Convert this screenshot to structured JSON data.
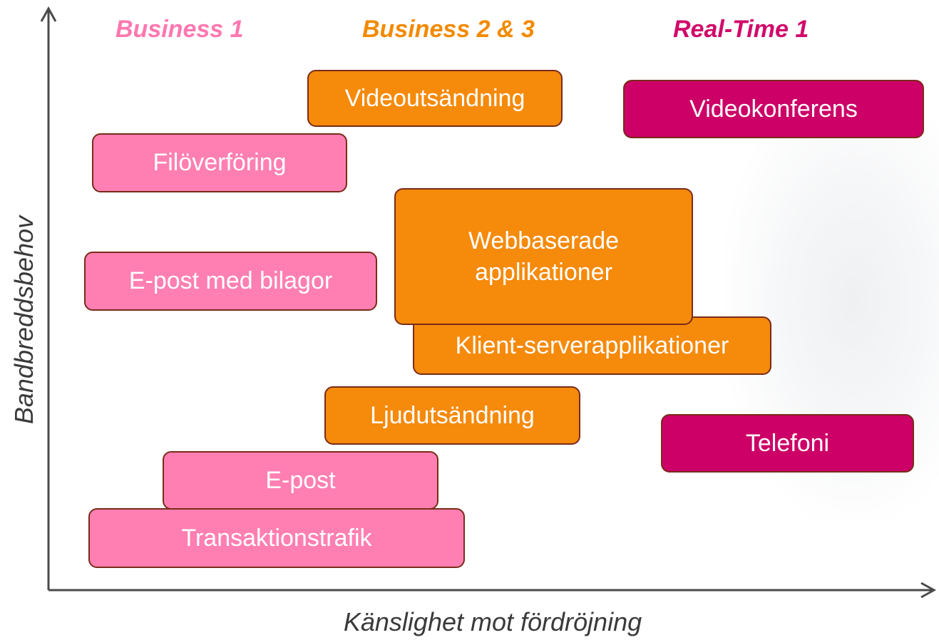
{
  "axes": {
    "x_label": "Känslighet mot fördröjning",
    "y_label": "Bandbreddsbehov"
  },
  "categories": [
    {
      "label": "Business 1",
      "color": "#ff78b0"
    },
    {
      "label": "Business 2 & 3",
      "color": "#f28a00"
    },
    {
      "label": "Real-Time 1",
      "color": "#d10a6a"
    }
  ],
  "colors": {
    "business1_fill": "#ff7fb2",
    "business23_fill": "#f58a0b",
    "realtime1_fill": "#cc0066",
    "axis": "#4a4a4a"
  },
  "applications": {
    "videoutsandning": "Videoutsändning",
    "videokonferens": "Videokonferens",
    "filoverforing": "Filöverföring",
    "webbaserade": "Webbaserade\napplikationer",
    "epost_bilagor": "E-post med bilagor",
    "klient_server": "Klient-serverapplikationer",
    "ljudutsandning": "Ljudutsändning",
    "telefoni": "Telefoni",
    "epost": "E-post",
    "transaktionstrafik": "Transaktionstrafik"
  }
}
